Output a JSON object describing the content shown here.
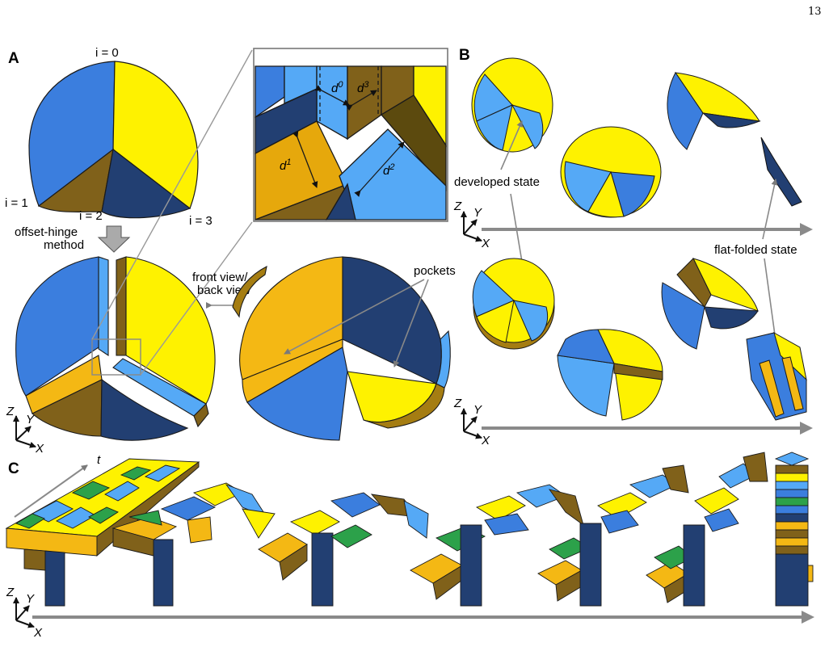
{
  "page_number": "13",
  "colors": {
    "blue_light": "#55a9f6",
    "blue_mid": "#3b7ede",
    "blue_dark": "#223f72",
    "yellow": "#fef200",
    "gold": "#f4b814",
    "brown": "#80611a",
    "green": "#2ca14a",
    "arrow_gray": "#8a8a8a"
  },
  "panel_a": {
    "label": "A",
    "index_labels": [
      "i = 0",
      "i = 1",
      "i = 2",
      "i = 3"
    ],
    "method_line1": "offset-hinge",
    "method_line2": "method",
    "view_line1": "front view/",
    "view_line2": "back view",
    "pockets": "pockets",
    "inset_labels": [
      "d0",
      "d1",
      "d2",
      "d3"
    ]
  },
  "panel_b": {
    "label": "B",
    "developed_state": "developed state",
    "flat_folded_state": "flat-folded state"
  },
  "panel_c": {
    "label": "C",
    "time": "t"
  },
  "axes": {
    "z": "Z",
    "y": "Y",
    "x": "X"
  },
  "icons": [
    "process-down-arrow-icon",
    "double-headed-arrow-icon",
    "axis-triad-icon"
  ]
}
